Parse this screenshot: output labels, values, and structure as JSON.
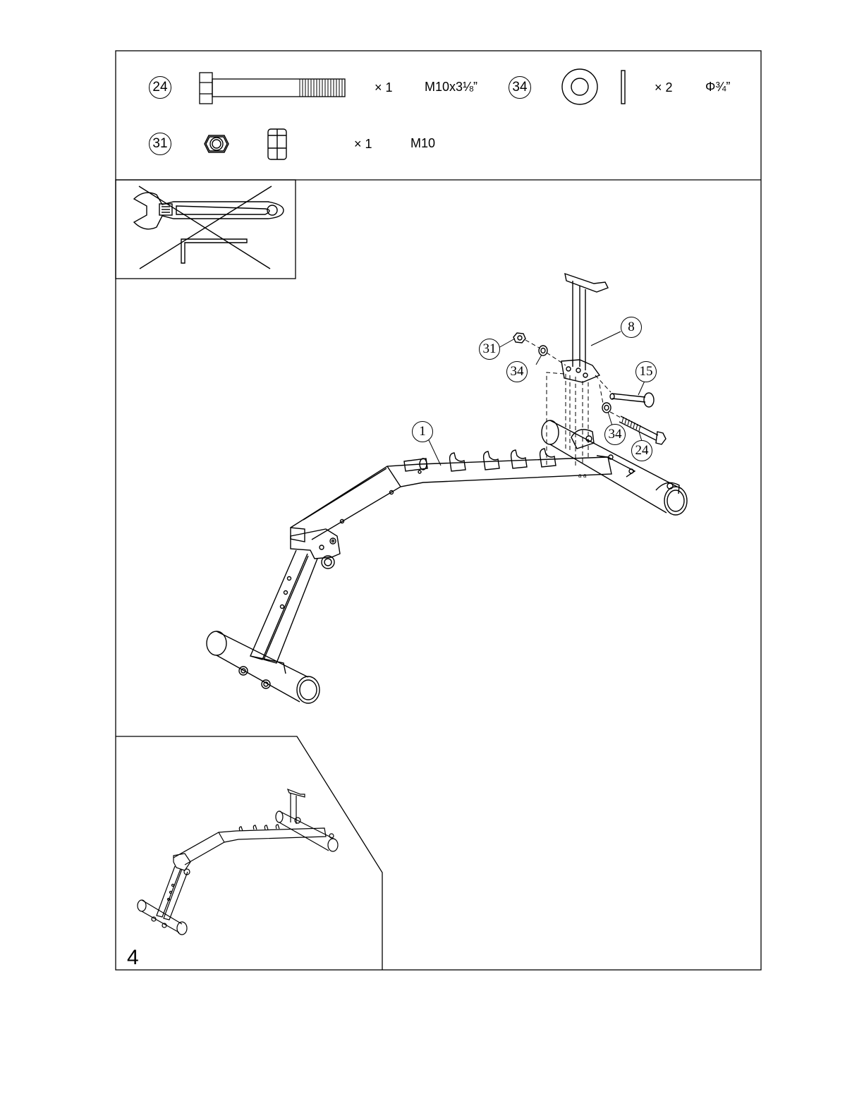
{
  "parts": [
    {
      "number": "24",
      "qty": "× 1",
      "size": "M10x3⅛”",
      "icon": "hex-bolt-icon"
    },
    {
      "number": "34",
      "qty": "× 2",
      "size": "Φ¾”",
      "icon": "washer-icon"
    },
    {
      "number": "31",
      "qty": "× 1",
      "size": "M10",
      "icon": "lock-nut-icon"
    }
  ],
  "callouts": {
    "c31": "31",
    "c34a": "34",
    "c8": "8",
    "c15": "15",
    "c34b": "34",
    "c24": "24",
    "c1": "1"
  },
  "step_number": "4",
  "tools_icon": "wrench-and-allen-key-crossed-out-icon"
}
